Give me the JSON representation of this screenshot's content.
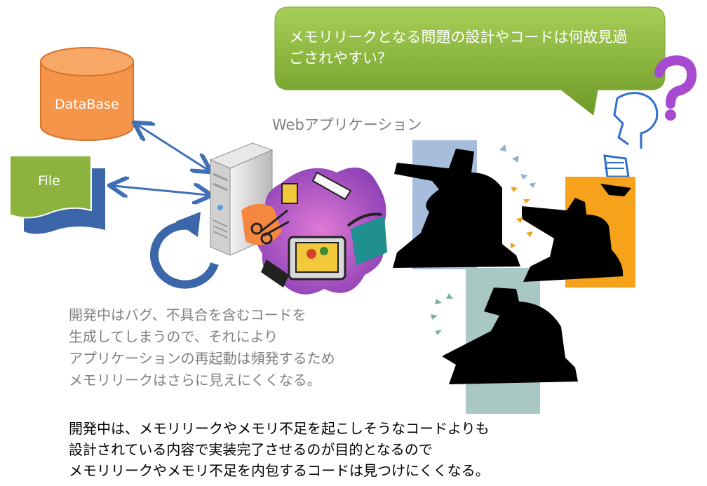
{
  "callout": {
    "lines": [
      "メモリリークとなる問題の設計やコードは何故見過",
      "ごされやすい？"
    ],
    "color": "#8cb83a"
  },
  "web_app_label": "Webアプリケーション",
  "database_label": "DataBase",
  "file_label": "File",
  "gray_paragraph": [
    "開発中はバグ、不具合を含むコードを",
    "生成してしまうので、それにより",
    "アプリケーションの再起動は頻発するため",
    "メモリリークはさらに見えにくくなる。"
  ],
  "black_paragraph": [
    "開発中は、メモリリークやメモリ不足を起こしそうなコードよりも",
    "設計されている内容で実装完了させるのが目的となるので",
    "メモリリークやメモリ不足を内包するコードは見つけにくくなる。"
  ],
  "icons": [
    "database-icon",
    "file-icon",
    "server-icon",
    "refresh-arrow-icon",
    "clipart-tools-icon",
    "question-thinker-icon",
    "businessmen-clipart"
  ]
}
